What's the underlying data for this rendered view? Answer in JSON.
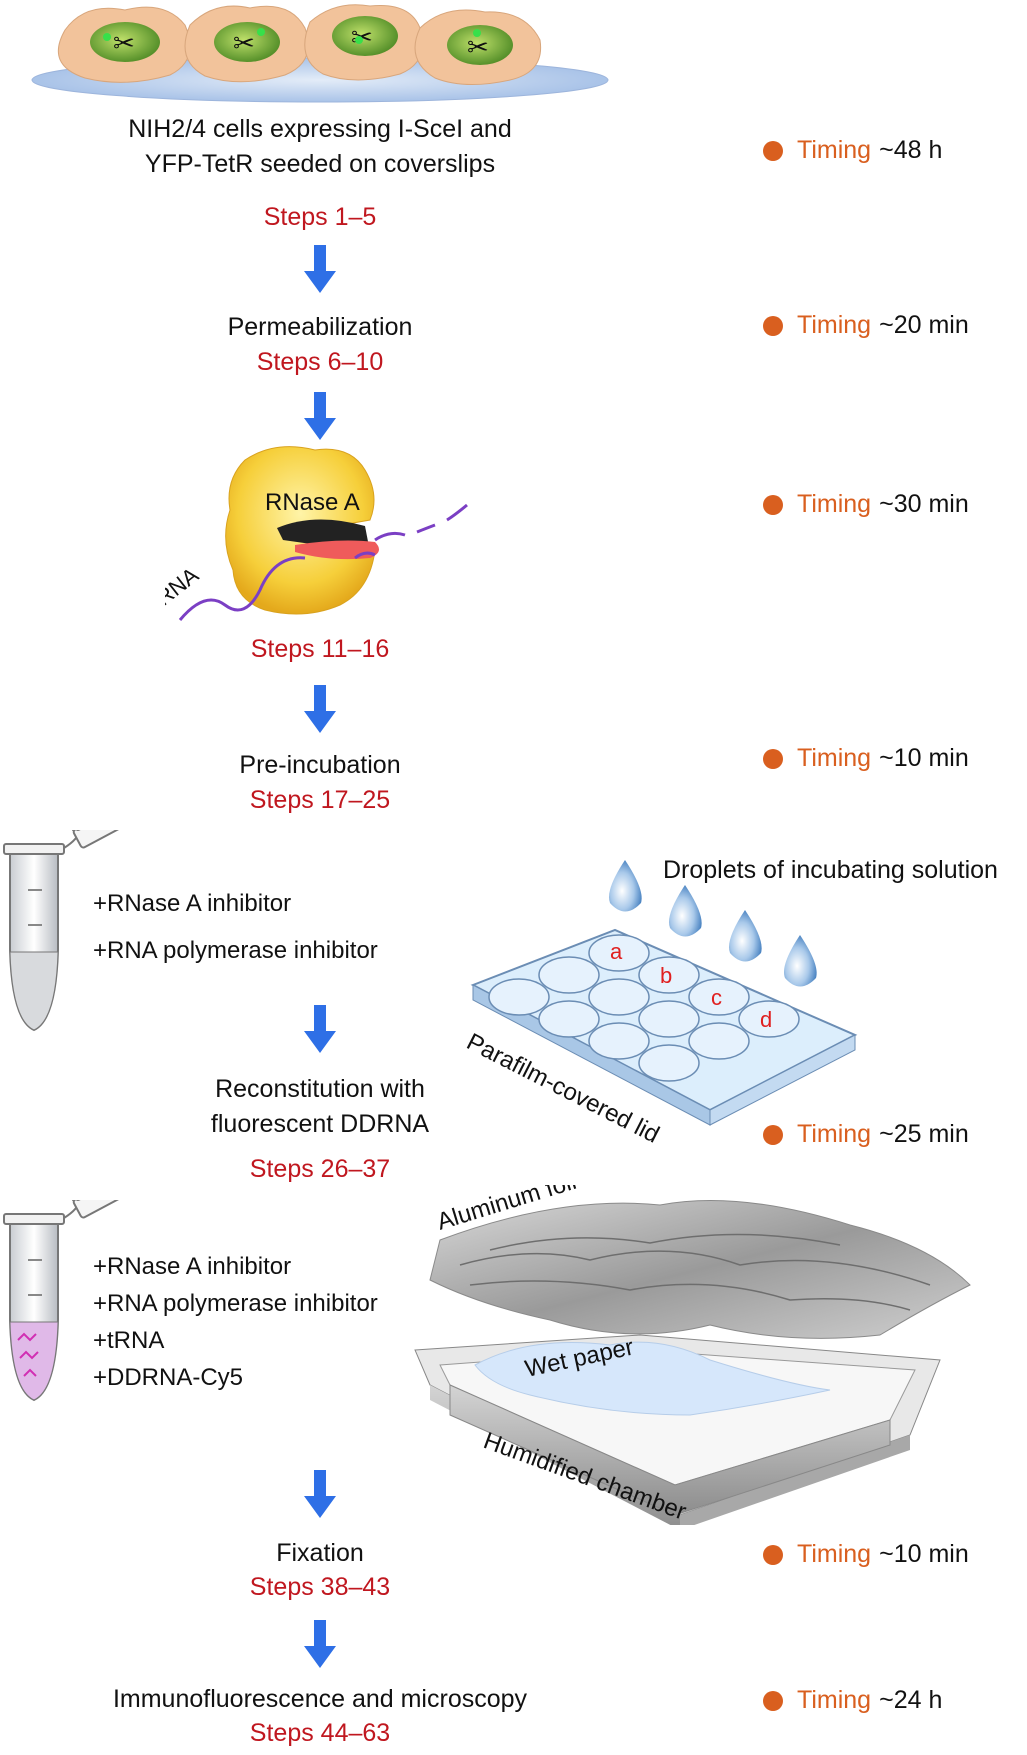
{
  "stages": [
    {
      "name": "NIH2/4 cells expressing I-SceI and",
      "name2": "YFP-TetR seeded on coverslips",
      "steps": "Steps 1–5",
      "timing": "~48 h"
    },
    {
      "name": "Permeabilization",
      "steps": "Steps 6–10",
      "timing": "~20 min"
    },
    {
      "name": "",
      "steps": "Steps 11–16",
      "timing": "~30 min"
    },
    {
      "name": "Pre-incubation",
      "steps": "Steps 17–25",
      "timing": "~10 min"
    },
    {
      "name": "Reconstitution with",
      "name2": "fluorescent DDRNA",
      "steps": "Steps 26–37",
      "timing": "~25 min"
    },
    {
      "name": "Fixation",
      "steps": "Steps 38–43",
      "timing": "~10 min"
    },
    {
      "name": "Immunofluorescence and microscopy",
      "steps": "Steps 44–63",
      "timing": "~24 h"
    }
  ],
  "timing_word": "Timing",
  "labels": {
    "rnase": "RNase A",
    "rna": "RNA",
    "droplets": "Droplets of incubating solution",
    "parafilm": "Parafilm-covered lid",
    "foil": "Aluminum foil",
    "wet_paper": "Wet paper",
    "chamber": "Humidified chamber",
    "wells": [
      "a",
      "b",
      "c",
      "d"
    ]
  },
  "tube1": [
    "+RNase A inhibitor",
    "+RNA polymerase inhibitor"
  ],
  "tube2": [
    "+RNase A inhibitor",
    "+RNA polymerase inhibitor",
    "+tRNA",
    "+DDRNA-Cy5"
  ],
  "colors": {
    "steps": "#c0171f",
    "timing": "#d95f1f",
    "arrow": "#2e6fe6",
    "rna": "#7b3fc4"
  }
}
